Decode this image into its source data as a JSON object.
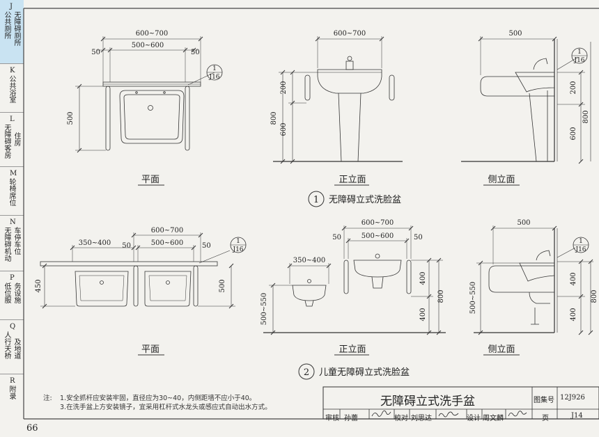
{
  "sidebar": {
    "tabs": [
      {
        "letter": "J",
        "colA": "公共厕所",
        "colB": "无障碍厕所",
        "active": true
      },
      {
        "letter": "K",
        "colA": "公共浴室",
        "colB": "",
        "active": false
      },
      {
        "letter": "L",
        "colA": "无障碍客房",
        "colB": "住房",
        "active": false
      },
      {
        "letter": "M",
        "colA": "轮椅席位",
        "colB": "",
        "active": false
      },
      {
        "letter": "N",
        "colA": "无障碍机动",
        "colB": "车停车位",
        "active": false
      },
      {
        "letter": "P",
        "colA": "低位服",
        "colB": "务设施",
        "active": false
      },
      {
        "letter": "Q",
        "colA": "人行天桥",
        "colB": "及地道",
        "active": false
      },
      {
        "letter": "R",
        "colA": "附录",
        "colB": "",
        "active": false
      }
    ]
  },
  "drawing1": {
    "plan_label": "平面",
    "front_label": "正立面",
    "side_label": "侧立面",
    "caption_number": "1",
    "caption_text": "无障碍立式洗脸盆",
    "dims": {
      "plan_top": "600~700",
      "plan_mid": "500~600",
      "plan_left": "50",
      "plan_right": "50",
      "plan_depth": "500",
      "front_width": "600~700",
      "front_200": "200",
      "front_600": "600",
      "front_800": "800",
      "side_width": "500",
      "side_200": "200",
      "side_600": "600",
      "side_800": "800"
    },
    "ref_num": "1",
    "ref_sheet": "J16"
  },
  "drawing2": {
    "plan_label": "平面",
    "front_label": "正立面",
    "side_label": "侧立面",
    "caption_number": "2",
    "caption_text": "儿童无障碍立式洗脸盆",
    "dims": {
      "plan_small": "350~400",
      "plan_top": "600~700",
      "plan_mid": "500~600",
      "plan_left": "50",
      "plan_right": "50",
      "plan_450": "450",
      "plan_500": "500",
      "front_top": "600~700",
      "front_mid": "500~600",
      "front_small": "350~400",
      "front_50a": "50",
      "front_50b": "50",
      "front_500_550": "500~550",
      "front_400a": "400",
      "front_400b": "400",
      "front_800": "800",
      "side_width": "500",
      "side_500_550": "500~550",
      "side_400a": "400",
      "side_400b": "400",
      "side_800": "800"
    },
    "ref_num": "1",
    "ref_sheet": "J16"
  },
  "notes": {
    "label": "注:",
    "line1": "1.安全抓杆应安装牢固，直径应为30~40，内侧距墙不应小于40。",
    "line2": "3.在洗手盆上方安装镜子，宜采用杠杆式水龙头或感应式自动出水方式。"
  },
  "title_block": {
    "title": "无障碍立式洗手盆",
    "atlas_label": "图集号",
    "atlas_no": "12J926",
    "review_label": "审核",
    "reviewer": "孙蕾",
    "check_label": "校对",
    "checker": "刘思达",
    "design_label": "设计",
    "designer": "周文麟",
    "page_label": "页",
    "page_no": "J14"
  },
  "page_number": "66"
}
